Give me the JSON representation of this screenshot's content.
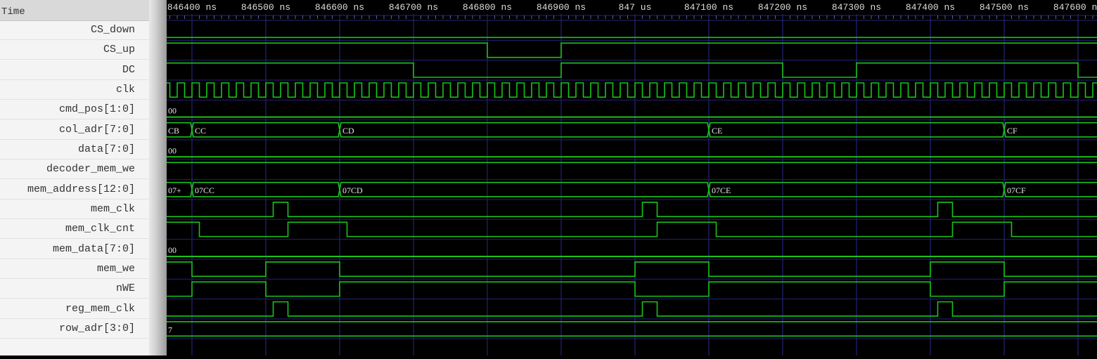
{
  "header": {
    "time_label": "Time"
  },
  "timeline": {
    "unit": "ns",
    "view_start": 846366,
    "view_end": 847626,
    "major_ticks": [
      {
        "t": 846400,
        "label": "846400 ns"
      },
      {
        "t": 846500,
        "label": "846500 ns"
      },
      {
        "t": 846600,
        "label": "846600 ns"
      },
      {
        "t": 846700,
        "label": "846700 ns"
      },
      {
        "t": 846800,
        "label": "846800 ns"
      },
      {
        "t": 846900,
        "label": "846900 ns"
      },
      {
        "t": 847000,
        "label": "847 us"
      },
      {
        "t": 847100,
        "label": "847100 ns"
      },
      {
        "t": 847200,
        "label": "847200 ns"
      },
      {
        "t": 847300,
        "label": "847300 ns"
      },
      {
        "t": 847400,
        "label": "847400 ns"
      },
      {
        "t": 847500,
        "label": "847500 ns"
      },
      {
        "t": 847600,
        "label": "847600 ns"
      }
    ],
    "minor_tick_ns": 10
  },
  "colors": {
    "wave": "#19c419",
    "grid": "#23237a",
    "background": "#000000",
    "label_text": "#e8e8e8"
  },
  "signals": [
    {
      "name": "CS_down",
      "type": "bit",
      "init": 0,
      "edges": []
    },
    {
      "name": "CS_up",
      "type": "bit",
      "init": 1,
      "edges": [
        846800,
        846900
      ]
    },
    {
      "name": "DC",
      "type": "bit",
      "init": 1,
      "edges": [
        846700,
        846900,
        847200,
        847300,
        847600
      ]
    },
    {
      "name": "clk",
      "type": "clock",
      "period_ns": 20,
      "first_rise": 846360
    },
    {
      "name": "cmd_pos[1:0]",
      "type": "bus",
      "values": [
        {
          "t": null,
          "v": "00"
        }
      ]
    },
    {
      "name": "col_adr[7:0]",
      "type": "bus",
      "values": [
        {
          "t": null,
          "v": "CB"
        },
        {
          "t": 846400,
          "v": "CC"
        },
        {
          "t": 846600,
          "v": "CD"
        },
        {
          "t": 847100,
          "v": "CE"
        },
        {
          "t": 847500,
          "v": "CF"
        }
      ]
    },
    {
      "name": "data[7:0]",
      "type": "bus",
      "values": [
        {
          "t": null,
          "v": "00"
        }
      ]
    },
    {
      "name": "decoder_mem_we",
      "type": "bit",
      "init": 1,
      "edges": []
    },
    {
      "name": "mem_address[12:0]",
      "type": "bus",
      "values": [
        {
          "t": null,
          "v": "07+"
        },
        {
          "t": 846400,
          "v": "07CC"
        },
        {
          "t": 846600,
          "v": "07CD"
        },
        {
          "t": 847100,
          "v": "07CE"
        },
        {
          "t": 847500,
          "v": "07CF"
        }
      ]
    },
    {
      "name": "mem_clk",
      "type": "bit",
      "init": 0,
      "edges": [
        846510,
        846530,
        847010,
        847030,
        847410,
        847430
      ]
    },
    {
      "name": "mem_clk_cnt",
      "type": "bit",
      "init": 1,
      "edges": [
        846410,
        846530,
        846610,
        847030,
        847110,
        847430,
        847510
      ]
    },
    {
      "name": "mem_data[7:0]",
      "type": "bus",
      "values": [
        {
          "t": null,
          "v": "00"
        }
      ]
    },
    {
      "name": "mem_we",
      "type": "bit",
      "init": 1,
      "edges": [
        846400,
        846500,
        846600,
        847000,
        847100,
        847400,
        847500
      ]
    },
    {
      "name": "nWE",
      "type": "bit",
      "init": 0,
      "edges": [
        846400,
        846500,
        846600,
        847000,
        847100,
        847400,
        847500
      ]
    },
    {
      "name": "reg_mem_clk",
      "type": "bit",
      "init": 0,
      "edges": [
        846510,
        846530,
        847010,
        847030,
        847410,
        847430
      ]
    },
    {
      "name": "row_adr[3:0]",
      "type": "bus",
      "values": [
        {
          "t": null,
          "v": "7"
        }
      ]
    }
  ]
}
